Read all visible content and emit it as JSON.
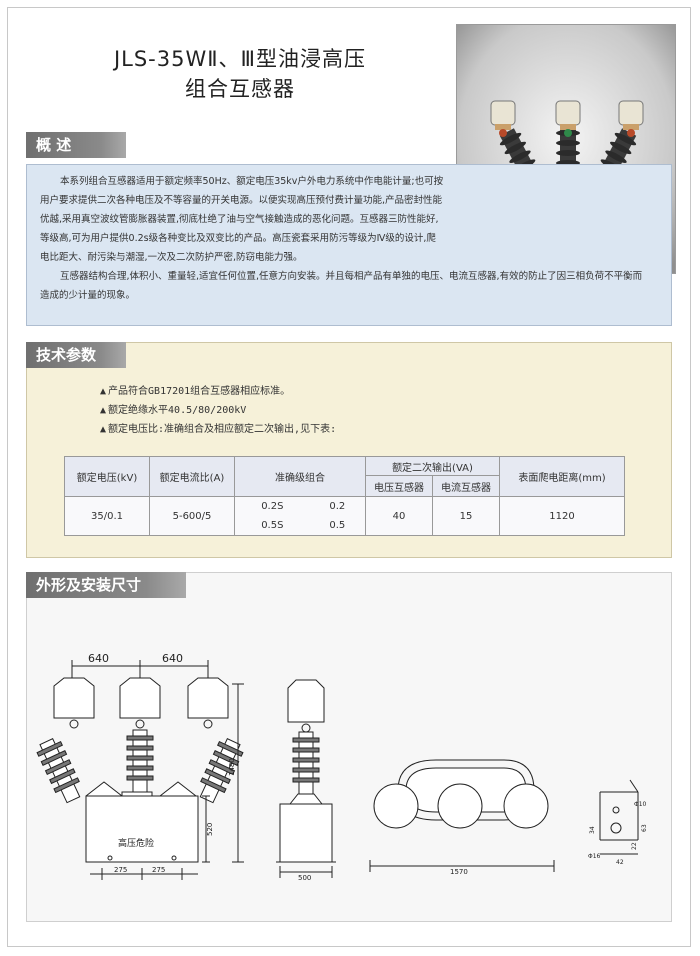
{
  "title": {
    "line1": "JLS-35WⅡ、Ⅲ型油浸高压",
    "line2": "组合互感器"
  },
  "sections": {
    "overview": {
      "label": "概  述",
      "paragraphs": [
        "本系列组合互感器适用于额定频率50Hz、额定电压35kv户外电力系统中作电能计量;也可按用户要求提供二次各种电压及不等容量的开关电源。以便实现高压预付费计量功能,产品密封性能优越,采用真空波纹管膨胀器装置,彻底杜绝了油与空气接触造成的恶化问题。互感器三防性能好,等级高,可为用户提供0.2s级各种变比及双变比的产品。高压瓷套采用防污等级为Ⅳ级的设计,爬电比距大、耐污染与潮湿,一次及二次防护严密,防窃电能力强。",
        "互感器结构合理,体积小、重量轻,适宜任何位置,任意方向安装。并且每相产品有单独的电压、电流互感器,有效的防止了因三相负荷不平衡而造成的少计量的现象。"
      ]
    },
    "tech": {
      "label": "技术参数",
      "items": [
        "产品符合GB17201组合互感器相应标准。",
        "额定绝缘水平40.5/80/200kV",
        "额定电压比:准确组合及相应额定二次输出,见下表:"
      ],
      "table": {
        "headers": {
          "rated_voltage": "额定电压(kV)",
          "rated_current": "额定电流比(A)",
          "accuracy": "准确级组合",
          "secondary_output": "额定二次输出(VA)",
          "vt": "电压互感器",
          "ct": "电流互感器",
          "creepage": "表面爬电距离(mm)"
        },
        "row": {
          "voltage": "35/0.1",
          "current": "5-600/5",
          "acc_a1": "0.2S",
          "acc_b1": "0.2",
          "acc_a2": "0.5S",
          "acc_b2": "0.5",
          "vt_va": "40",
          "ct_va": "15",
          "creepage": "1120"
        }
      }
    },
    "dimensions": {
      "label": "外形及安装尺寸",
      "front": {
        "dim_left": "640",
        "dim_right": "640",
        "height_total": "1480",
        "height_tank": "520",
        "base_a": "275",
        "base_b": "275",
        "warning": "高压危险"
      },
      "side": {
        "width": "500"
      },
      "top": {
        "length": "1570"
      },
      "detail": {
        "d1": "Φ10",
        "d2": "Φ16",
        "d3": "34",
        "d4": "63",
        "d5": "22",
        "d6": "42"
      }
    }
  }
}
